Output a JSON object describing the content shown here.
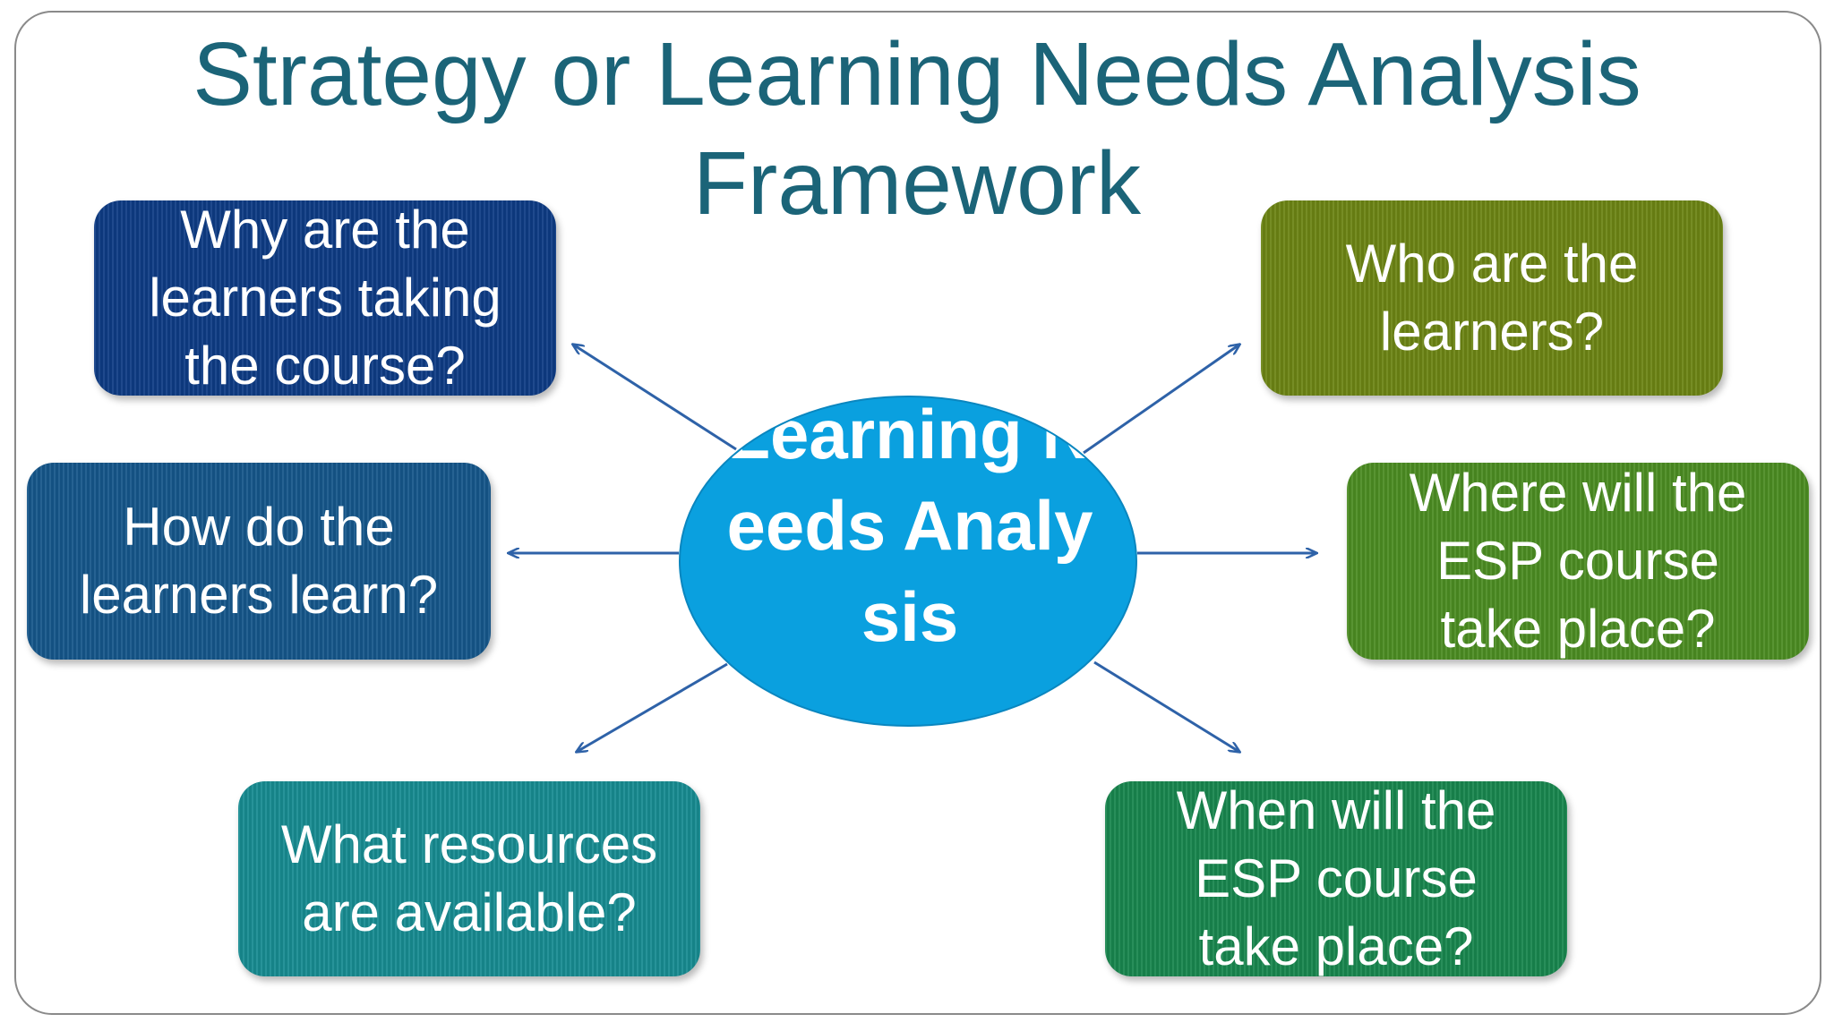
{
  "title": {
    "line1": "Strategy or Learning Needs Analysis",
    "line2": "Framework"
  },
  "hub": {
    "label": "Learning Needs Analysis",
    "color": "#0aa0df"
  },
  "questions": {
    "why": {
      "lines": [
        "Why are the",
        "learners taking",
        "the course?"
      ],
      "color": "#0e3b84"
    },
    "how": {
      "lines": [
        "How do the",
        "learners learn?"
      ],
      "color": "#15568a"
    },
    "what": {
      "lines": [
        "What resources",
        "are available?"
      ],
      "color": "#178b91"
    },
    "who": {
      "lines": [
        "Who are the",
        "learners?"
      ],
      "color": "#6c8414"
    },
    "where": {
      "lines": [
        "Where will the",
        "ESP course",
        "take place?"
      ],
      "color": "#4b8c22"
    },
    "when": {
      "lines": [
        "When will the",
        "ESP course",
        "take place?"
      ],
      "color": "#18864e"
    }
  },
  "colors": {
    "title": "#1b6478",
    "connector": "#2e62a8",
    "frame": "#8a8a8a"
  }
}
